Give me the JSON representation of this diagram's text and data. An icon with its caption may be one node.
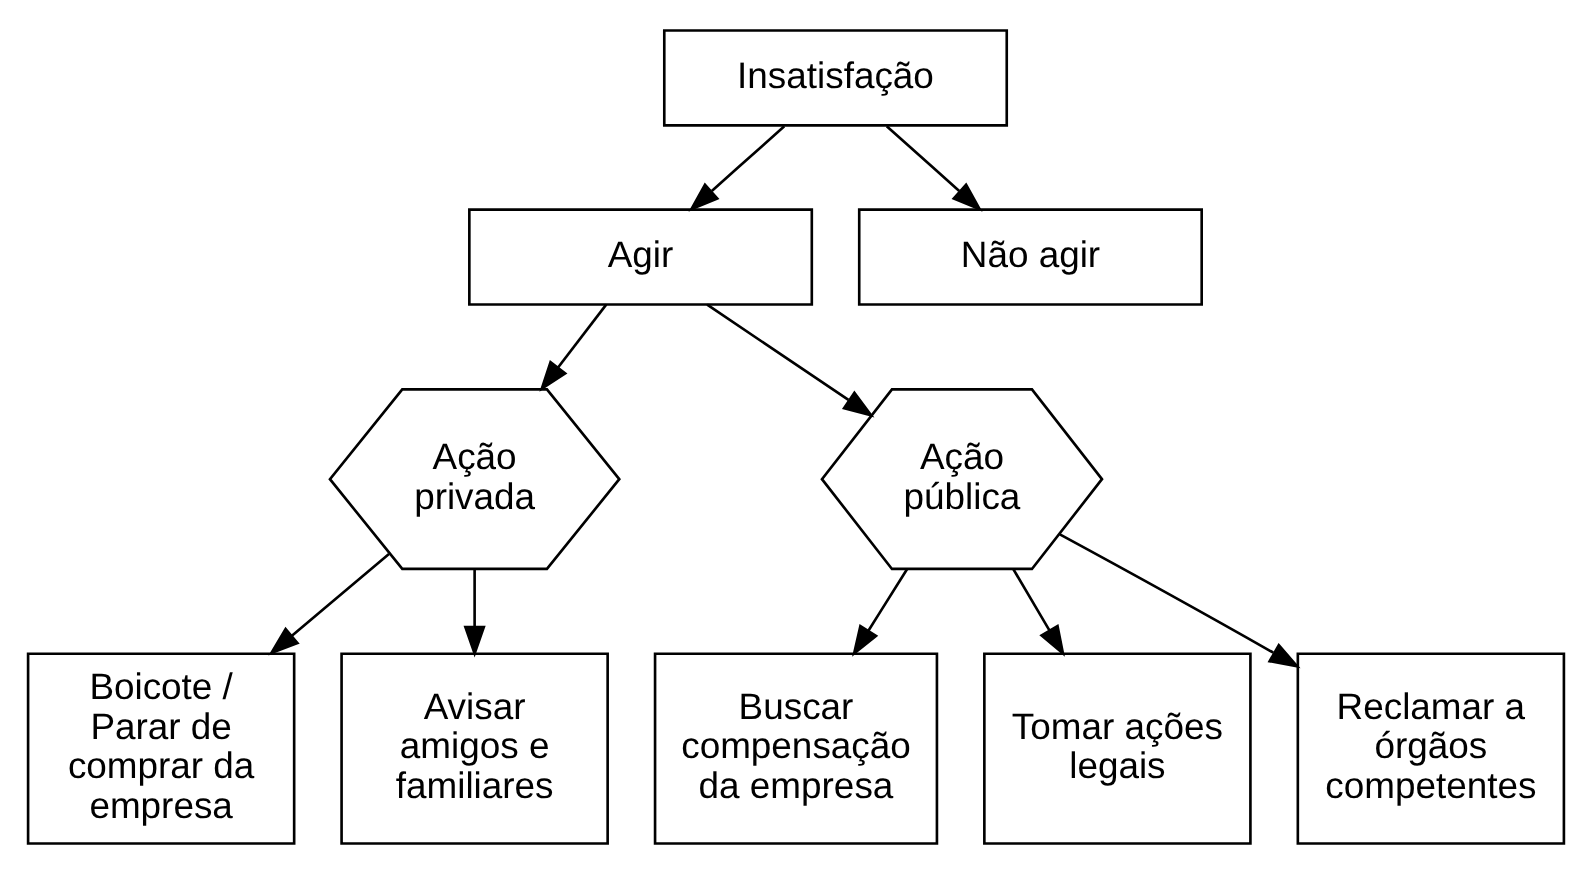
{
  "diagram": {
    "nodes": [
      {
        "text": [
          "Insatisfação"
        ]
      },
      {
        "text": [
          "Agir"
        ]
      },
      {
        "text": [
          "Não agir"
        ]
      },
      {
        "text": [
          "Ação privada"
        ]
      },
      {
        "text": [
          "Ação pública"
        ]
      },
      {
        "text": [
          "Boicote / Parar de comprar da empresa"
        ]
      },
      {
        "text": [
          "Avisar amigos e familiares"
        ]
      },
      {
        "text": [
          "Buscar compensação da empresa"
        ]
      },
      {
        "text": [
          "Tomar ações legais"
        ]
      },
      {
        "text": [
          "Reclamar a órgãos competentes"
        ]
      }
    ],
    "edges": [
      {
        "from": 0,
        "to": 1,
        "arrow": "to"
      },
      {
        "from": 0,
        "to": 2,
        "arrow": "to"
      },
      {
        "from": 1,
        "to": 3,
        "arrow": "to"
      },
      {
        "from": 1,
        "to": 4,
        "arrow": "to"
      },
      {
        "from": 3,
        "to": 5,
        "arrow": "to"
      },
      {
        "from": 3,
        "to": 6,
        "arrow": "to"
      },
      {
        "from": 4,
        "to": 7,
        "arrow": "to"
      },
      {
        "from": 4,
        "to": 8,
        "arrow": "to"
      },
      {
        "from": 4,
        "to": 9,
        "arrow": "to"
      }
    ]
  }
}
